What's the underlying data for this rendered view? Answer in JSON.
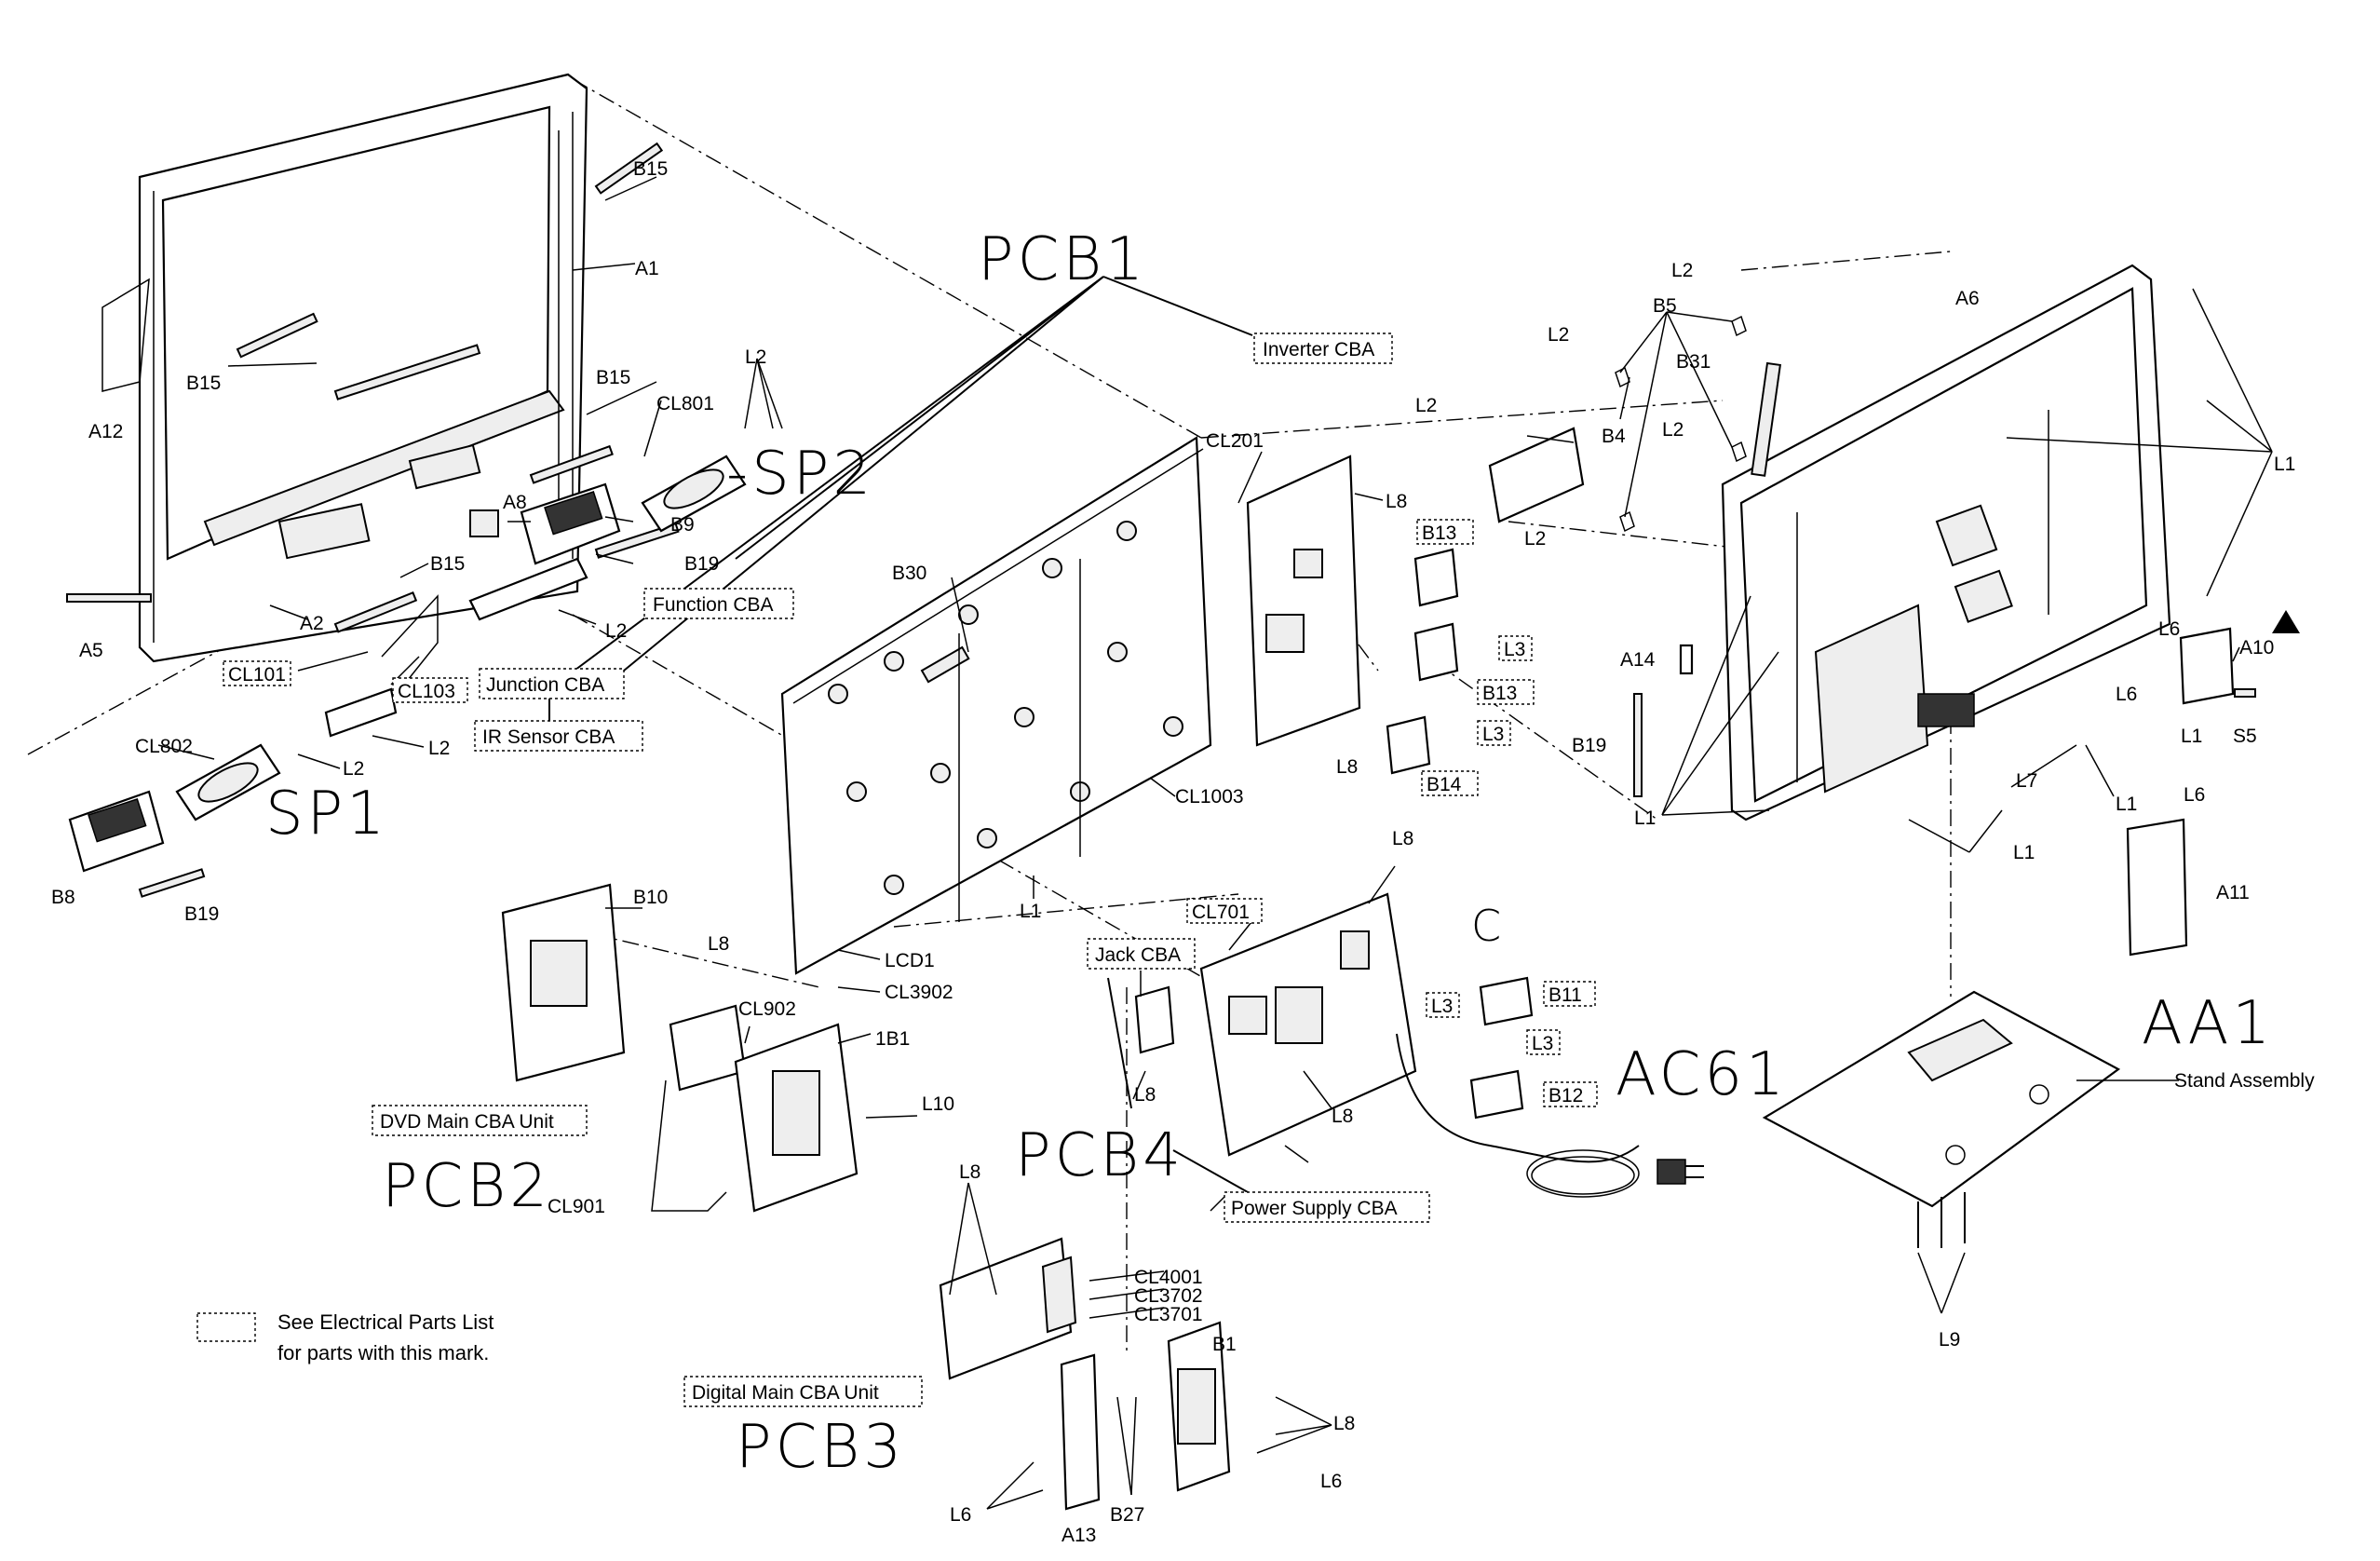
{
  "callouts": {
    "B15a": "B15",
    "A1": "A1",
    "A12": "A12",
    "B15b": "B15",
    "B15c": "B15",
    "CL801": "CL801",
    "L2a": "L2",
    "A8": "A8",
    "B9": "B9",
    "B19a": "B19",
    "B15d": "B15",
    "A5": "A5",
    "A2": "A2",
    "L2b": "L2",
    "CL101": "CL101",
    "CL103": "CL103",
    "CL802": "CL802",
    "L2c": "L2",
    "L2d": "L2",
    "B8": "B8",
    "B19b": "B19",
    "CL201": "CL201",
    "L8a": "L8",
    "B13a": "B13",
    "L3a": "L3",
    "B13b": "B13",
    "L3b": "L3",
    "L8b": "L8",
    "B14": "B14",
    "B30": "B30",
    "CL1003": "CL1003",
    "L1a": "L1",
    "LCD1": "LCD1",
    "CL3902": "CL3902",
    "B10": "B10",
    "L8c": "L8",
    "CL902": "CL902",
    "1B1": "1B1",
    "L10": "L10",
    "CL901": "CL901",
    "L8d": "L8",
    "CL701": "CL701",
    "L8e": "L8",
    "B11": "B11",
    "L3c": "L3",
    "L3d": "L3",
    "B12": "B12",
    "L8f": "L8",
    "L8g": "L8",
    "CL4001": "CL4001",
    "CL3702": "CL3702",
    "CL3701": "CL3701",
    "B1": "B1",
    "L8h": "L8",
    "L6a": "L6",
    "L6b": "L6",
    "A13": "A13",
    "B27": "B27",
    "L2e": "L2",
    "B5": "B5",
    "A6": "A6",
    "L2f": "L2",
    "B31": "B31",
    "L2g": "L2",
    "B4": "B4",
    "L2h": "L2",
    "L2i": "L2",
    "L1b": "L1",
    "L6c": "L6",
    "A10": "A10",
    "A14": "A14",
    "L6d": "L6",
    "L1c": "L1",
    "S5": "S5",
    "B19c": "B19",
    "L7": "L7",
    "L1d": "L1",
    "L6e": "L6",
    "L1e": "L1",
    "L1f": "L1",
    "A11": "A11",
    "L9": "L9"
  },
  "boxed_labels": {
    "inverter": "Inverter CBA",
    "function": "Function CBA",
    "junction": "Junction CBA",
    "ir_sensor": "IR Sensor CBA",
    "dvd_main": "DVD Main CBA Unit",
    "jack": "Jack CBA",
    "power_supply": "Power Supply CBA",
    "digital_main": "Digital Main CBA Unit"
  },
  "plain_labels": {
    "stand_assembly": "Stand Assembly"
  },
  "handwritten": {
    "pcb1": "PCB1",
    "pcb2": "PCB2",
    "pcb3": "PCB3",
    "pcb4": "PCB4",
    "sp1": "SP1",
    "sp2": "-SP2",
    "aa1": "AA1",
    "ac61": "AC61",
    "c_mark": "C"
  },
  "legend": {
    "line1": "See Electrical Parts List",
    "line2": "for parts with this mark."
  },
  "icons": {
    "warning": "warning-triangle-icon"
  }
}
